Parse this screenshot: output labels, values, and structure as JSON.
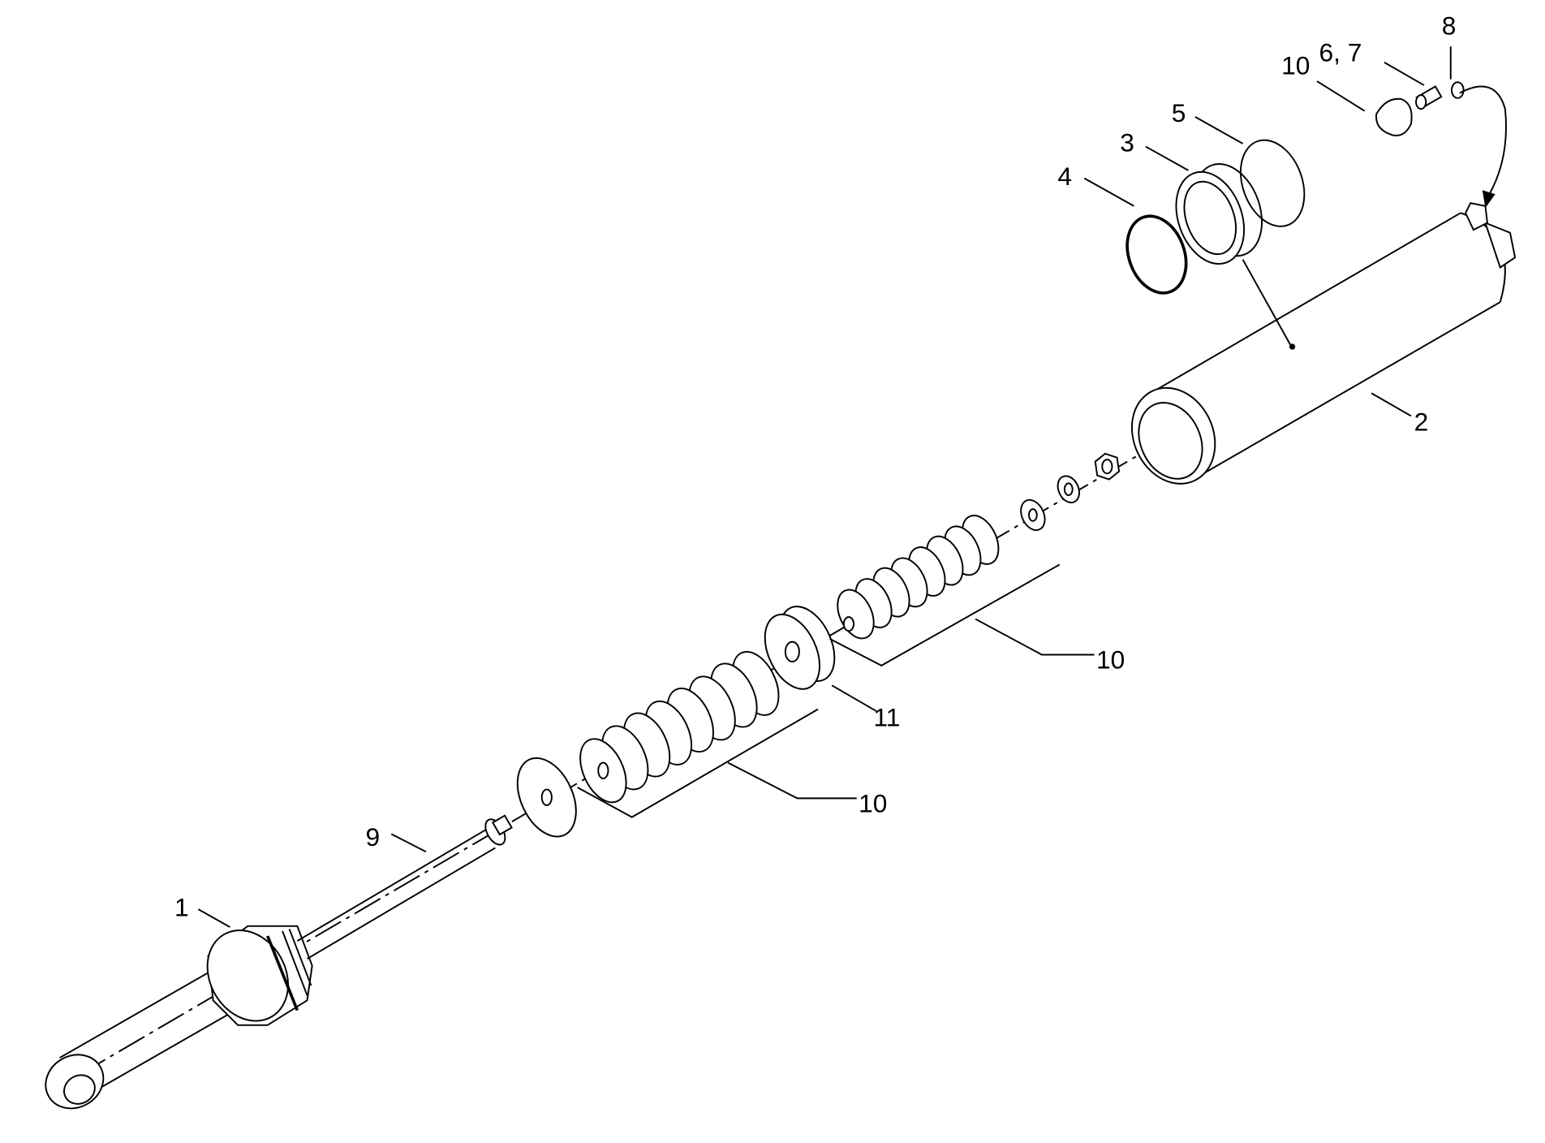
{
  "diagram": {
    "type": "exploded parts view",
    "callouts": [
      {
        "id": "1",
        "text": "1"
      },
      {
        "id": "2",
        "text": "2"
      },
      {
        "id": "3",
        "text": "3"
      },
      {
        "id": "4",
        "text": "4"
      },
      {
        "id": "5",
        "text": "5"
      },
      {
        "id": "6-7",
        "text": "6, 7"
      },
      {
        "id": "8",
        "text": "8"
      },
      {
        "id": "9",
        "text": "9"
      },
      {
        "id": "10-lower",
        "text": "10"
      },
      {
        "id": "10-upper",
        "text": "10"
      },
      {
        "id": "10-cap",
        "text": "10"
      },
      {
        "id": "11",
        "text": "11"
      }
    ]
  }
}
